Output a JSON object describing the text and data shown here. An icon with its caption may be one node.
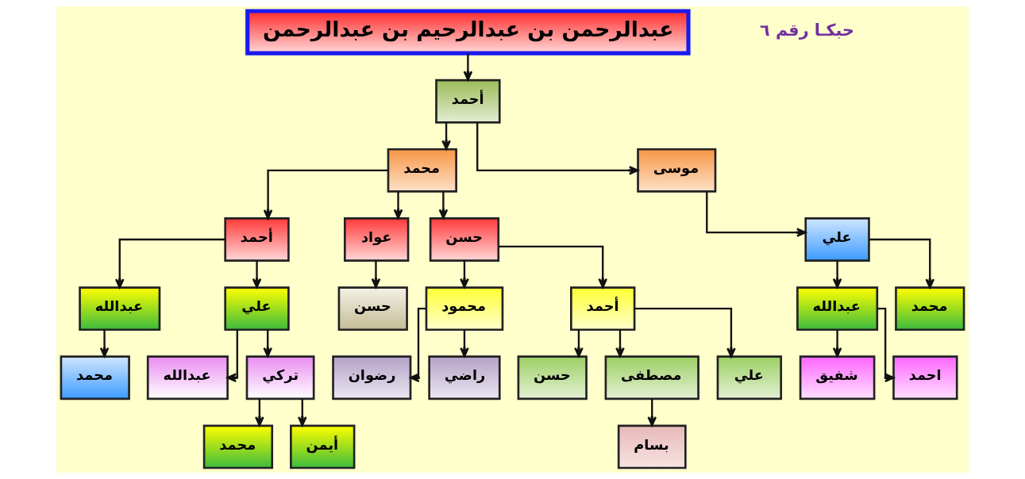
{
  "diagram": {
    "nodes": [
      {
        "text": [
          "عبدالرحمن بن عبدالرحيم بن عبدالرحمن"
        ]
      },
      {
        "text": [
          "أحمد"
        ]
      },
      {
        "text": [
          "محمد"
        ]
      },
      {
        "text": [
          "موسى"
        ]
      },
      {
        "text": [
          "أحمد"
        ]
      },
      {
        "text": [
          "عواد"
        ]
      },
      {
        "text": [
          "حسن"
        ]
      },
      {
        "text": [
          "علي"
        ]
      },
      {
        "text": [
          "عبدالله"
        ]
      },
      {
        "text": [
          "علي"
        ]
      },
      {
        "text": [
          "حسن"
        ]
      },
      {
        "text": [
          "محمود"
        ]
      },
      {
        "text": [
          "أحمد"
        ]
      },
      {
        "text": [
          "عبدالله"
        ]
      },
      {
        "text": [
          "محمد"
        ]
      },
      {
        "text": [
          "محمد"
        ]
      },
      {
        "text": [
          "عبدالله"
        ]
      },
      {
        "text": [
          "تركي"
        ]
      },
      {
        "text": [
          "رضوان"
        ]
      },
      {
        "text": [
          "راضي"
        ]
      },
      {
        "text": [
          "حسن"
        ]
      },
      {
        "text": [
          "مصطفى"
        ]
      },
      {
        "text": [
          "علي"
        ]
      },
      {
        "text": [
          "شفيق"
        ]
      },
      {
        "text": [
          "احمد"
        ]
      },
      {
        "text": [
          "محمد"
        ]
      },
      {
        "text": [
          "أيمن"
        ]
      },
      {
        "text": [
          "بسام"
        ]
      }
    ],
    "edges": [
      {
        "from": 0,
        "to": 1,
        "arrow": "to"
      },
      {
        "from": 1,
        "to": 2,
        "arrow": "to"
      },
      {
        "from": 1,
        "to": 3,
        "arrow": "to"
      },
      {
        "from": 2,
        "to": 4,
        "arrow": "to"
      },
      {
        "from": 2,
        "to": 5,
        "arrow": "to"
      },
      {
        "from": 2,
        "to": 6,
        "arrow": "to"
      },
      {
        "from": 3,
        "to": 7,
        "arrow": "to"
      },
      {
        "from": 4,
        "to": 8,
        "arrow": "to"
      },
      {
        "from": 4,
        "to": 9,
        "arrow": "to"
      },
      {
        "from": 5,
        "to": 10,
        "arrow": "to"
      },
      {
        "from": 6,
        "to": 11,
        "arrow": "to"
      },
      {
        "from": 6,
        "to": 12,
        "arrow": "to"
      },
      {
        "from": 7,
        "to": 13,
        "arrow": "to"
      },
      {
        "from": 7,
        "to": 14,
        "arrow": "to"
      },
      {
        "from": 8,
        "to": 15,
        "arrow": "to"
      },
      {
        "from": 9,
        "to": 16,
        "arrow": "to"
      },
      {
        "from": 9,
        "to": 17,
        "arrow": "to"
      },
      {
        "from": 11,
        "to": 18,
        "arrow": "to"
      },
      {
        "from": 11,
        "to": 19,
        "arrow": "to"
      },
      {
        "from": 12,
        "to": 20,
        "arrow": "to"
      },
      {
        "from": 12,
        "to": 21,
        "arrow": "to"
      },
      {
        "from": 12,
        "to": 22,
        "arrow": "to"
      },
      {
        "from": 13,
        "to": 23,
        "arrow": "to"
      },
      {
        "from": 13,
        "to": 24,
        "arrow": "to"
      },
      {
        "from": 17,
        "to": 25,
        "arrow": "to"
      },
      {
        "from": 17,
        "to": 26,
        "arrow": "to"
      },
      {
        "from": 21,
        "to": 27,
        "arrow": "to"
      }
    ],
    "labels": [
      "حبكـا رقم ٦"
    ]
  }
}
